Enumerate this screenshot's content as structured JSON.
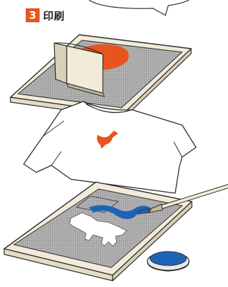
{
  "step": {
    "number": "3",
    "title": "印刷"
  },
  "colors": {
    "accent": "#e8541f",
    "ink_blue": "#1f63b6",
    "frame": "#f2ebd9",
    "mesh": "#a9a9a9",
    "outline": "#2b2b2b"
  },
  "illustration": {
    "parts": [
      "speech-bubble",
      "squeegee",
      "screen-frame-top",
      "t-shirt",
      "bird-print",
      "screen-frame-bottom",
      "crocodile-stencil",
      "paint-brush",
      "ink-dish"
    ]
  }
}
